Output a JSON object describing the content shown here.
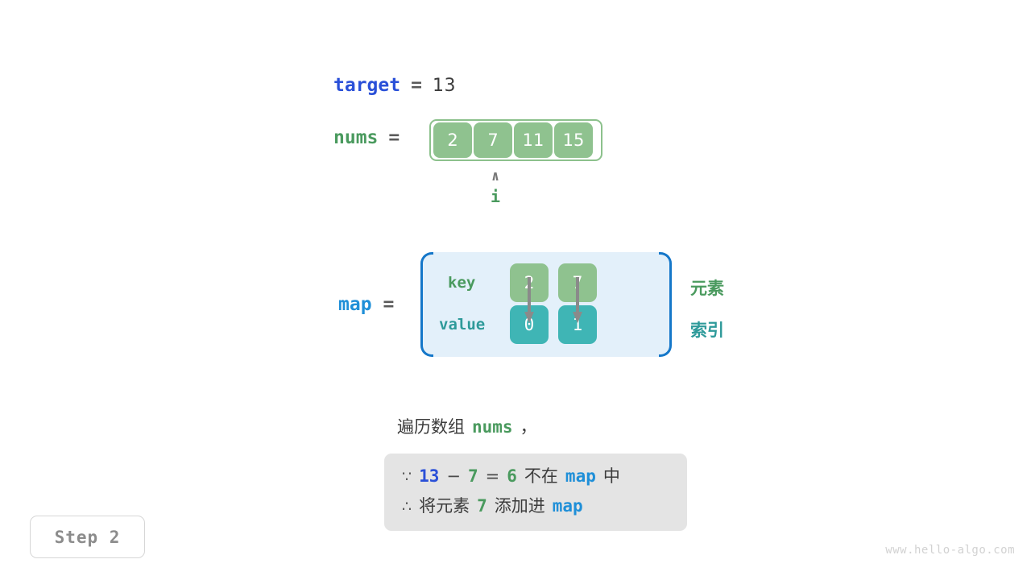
{
  "target": {
    "name": "target",
    "equals": "=",
    "value": "13"
  },
  "nums": {
    "name": "nums",
    "equals": "=",
    "cells": [
      "2",
      "7",
      "11",
      "15"
    ],
    "pointer": {
      "caret": "∧",
      "label": "i",
      "index": 1
    }
  },
  "map": {
    "name": "map",
    "equals": "=",
    "key_label": "key",
    "value_label": "value",
    "entries": [
      {
        "key": "2",
        "value": "0"
      },
      {
        "key": "7",
        "value": "1"
      }
    ],
    "legend_element": "元素",
    "legend_index": "索引"
  },
  "caption": {
    "prefix": "遍历数组",
    "code": "nums",
    "suffix": "，"
  },
  "note": {
    "line1": {
      "sym": "∵",
      "a": "13",
      "minus": "−",
      "b": "7",
      "eq": "=",
      "c": "6",
      "text1": "不在",
      "code": "map",
      "text2": "中"
    },
    "line2": {
      "sym": "∴",
      "text1": "将元素",
      "b": "7",
      "text2": "添加进",
      "code": "map"
    }
  },
  "step_badge": "Step 2",
  "watermark": "www.hello-algo.com",
  "colors": {
    "blue": "#2a50d8",
    "light_blue": "#1f8fd8",
    "green": "#4a9a5e",
    "teal": "#2e9a9a",
    "cell_green": "#8fc28f",
    "cell_teal": "#3fb5b5",
    "map_bg": "#e3f0fa",
    "note_bg": "#e4e4e4"
  }
}
